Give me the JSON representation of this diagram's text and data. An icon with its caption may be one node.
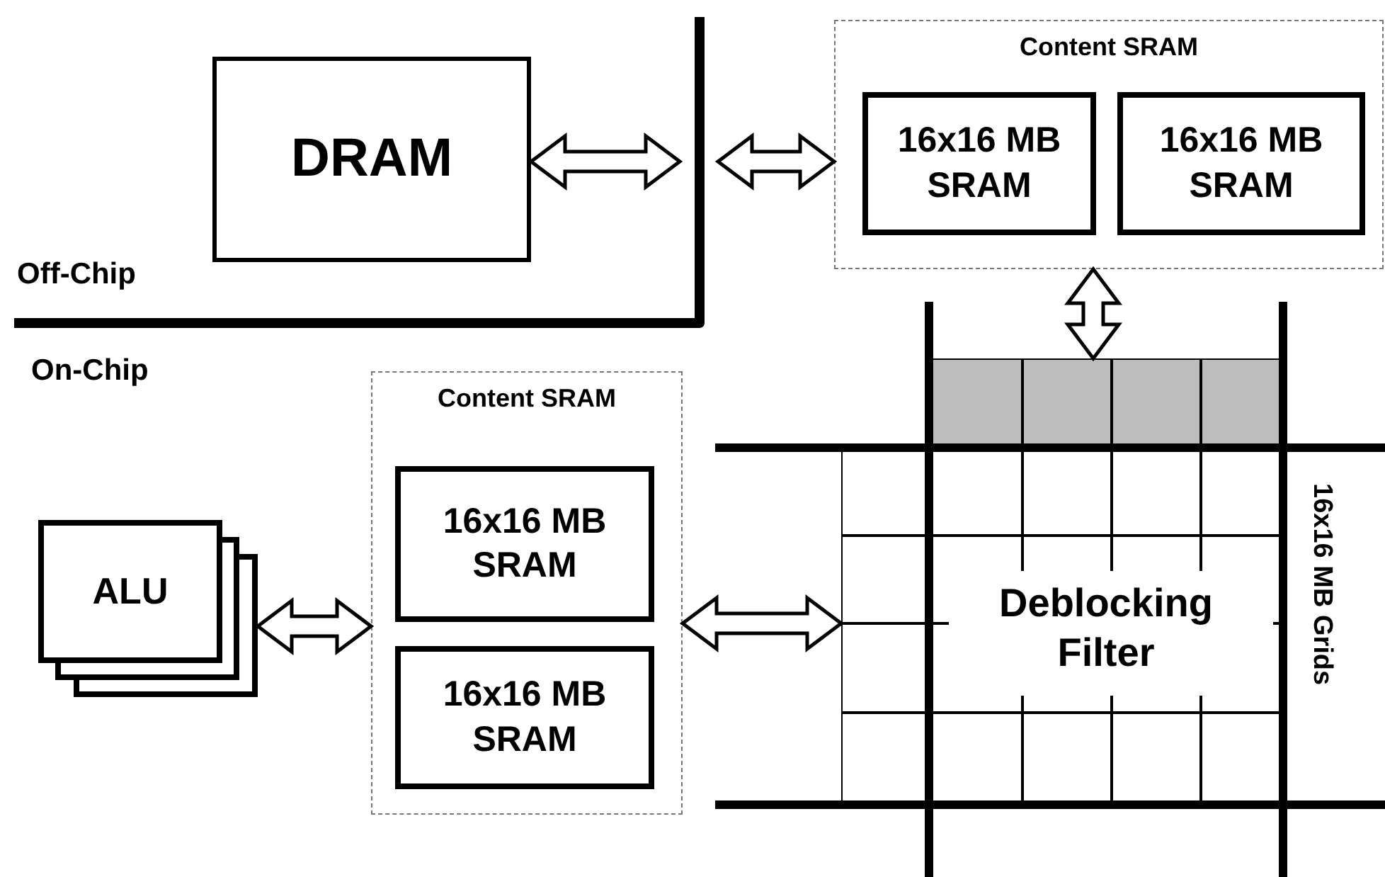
{
  "diagram": {
    "nodes": [
      {
        "text": [
          "DRAM"
        ]
      },
      {
        "text": [
          "Content SRAM"
        ]
      },
      {
        "text": [
          "16x16 MB SRAM"
        ],
        "in": 1
      },
      {
        "text": [
          "16x16 MB SRAM"
        ],
        "in": 1
      },
      {
        "text": [
          "Content SRAM"
        ]
      },
      {
        "text": [
          "16x16 MB SRAM"
        ],
        "in": 4
      },
      {
        "text": [
          "16x16 MB SRAM"
        ],
        "in": 4
      },
      {
        "text": [
          "ALU"
        ]
      },
      {
        "text": [
          "Deblocking Filter",
          "16x16 MB Grids"
        ]
      }
    ],
    "edges": [
      {
        "from": 0,
        "to": null,
        "arrow": "both"
      },
      {
        "from": null,
        "to": 1,
        "arrow": "both"
      },
      {
        "from": 1,
        "to": 8,
        "arrow": "both"
      },
      {
        "from": 7,
        "to": 4,
        "arrow": "both"
      },
      {
        "from": 4,
        "to": 8,
        "arrow": "both"
      }
    ],
    "labels": [
      "Off-Chip",
      "On-Chip"
    ]
  }
}
